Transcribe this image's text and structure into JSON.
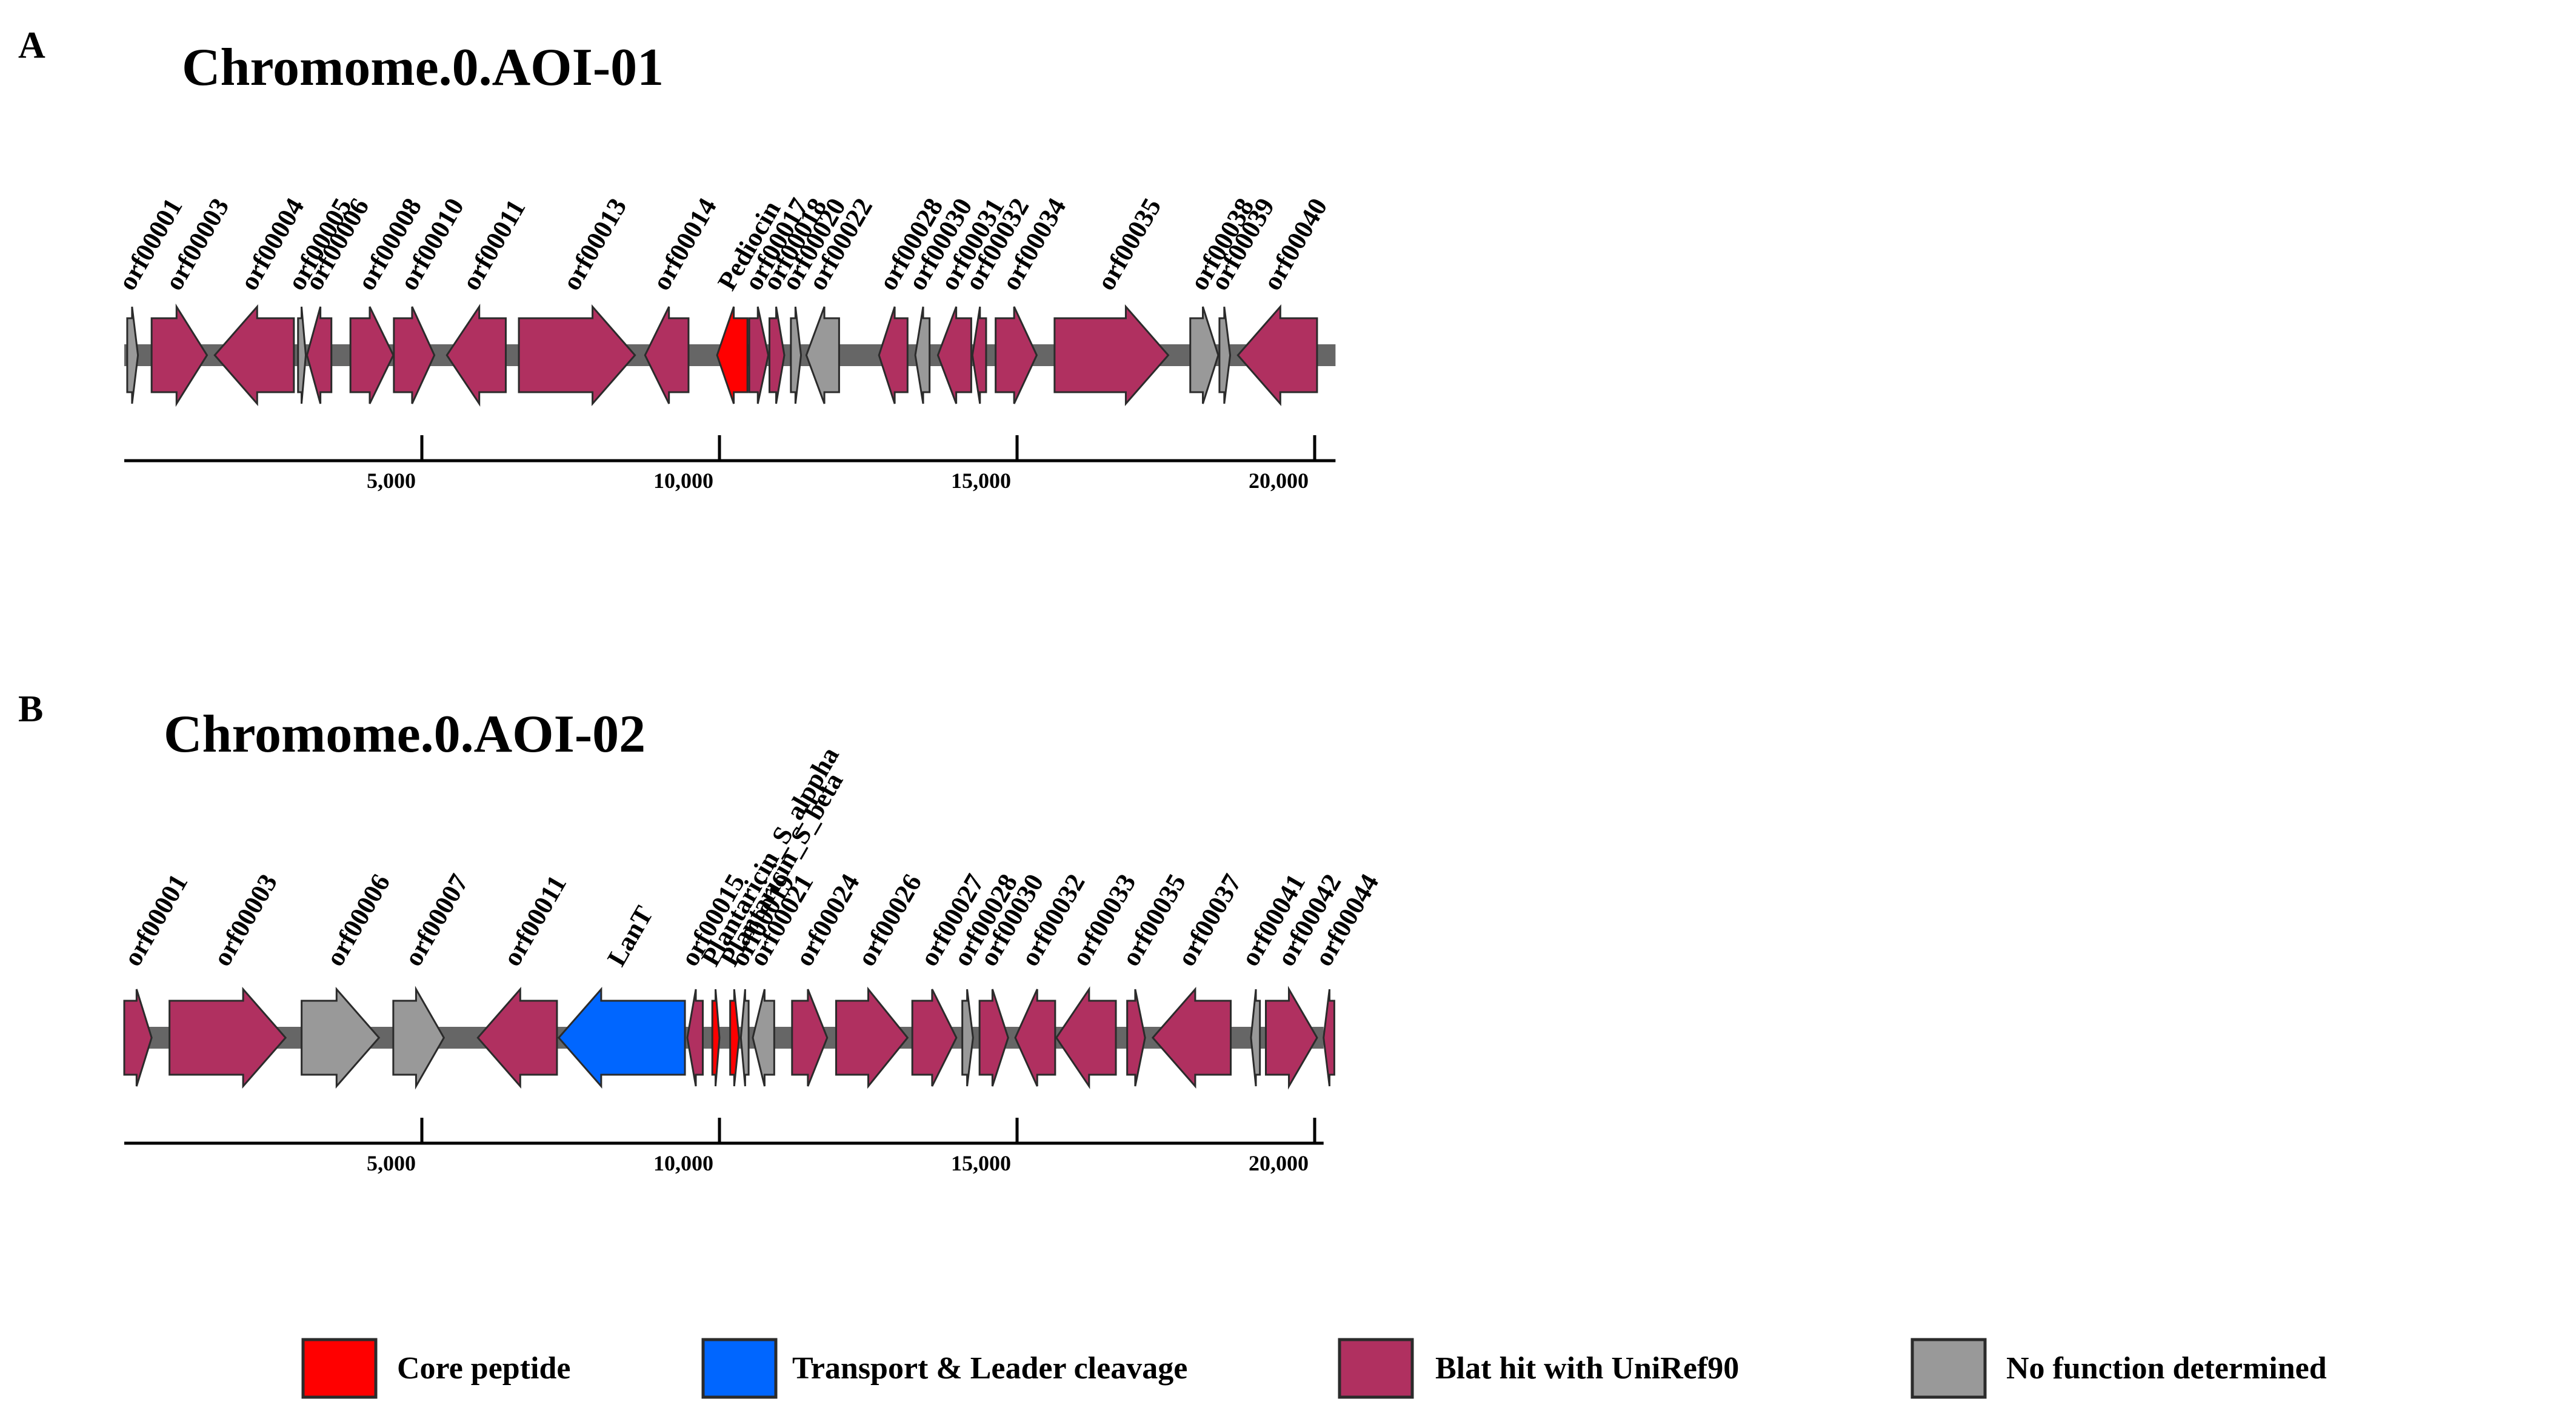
{
  "colors": {
    "core": "#ff0000",
    "transport": "#0066ff",
    "blat": "#b03060",
    "nofunc": "#999999",
    "backbone": "#666666",
    "stroke": "#2b2b2b"
  },
  "legend": [
    {
      "key": "core",
      "label": "Core peptide"
    },
    {
      "key": "transport",
      "label": "Transport & Leader cleavage"
    },
    {
      "key": "blat",
      "label": "Blat hit with UniRef90"
    },
    {
      "key": "nofunc",
      "label": "No function determined"
    }
  ],
  "panels": [
    {
      "letter": "A",
      "title": "Chromome.0.AOI-01",
      "length": 20350,
      "ticks": [
        5000,
        10000,
        15000,
        20000
      ],
      "tick_labels": [
        "5,000",
        "10,000",
        "15,000",
        "20,000"
      ],
      "genes": [
        {
          "name": "orf00001",
          "start": 50,
          "end": 230,
          "strand": "+",
          "type": "nofunc"
        },
        {
          "name": "orf00003",
          "start": 460,
          "end": 1390,
          "strand": "+",
          "type": "blat"
        },
        {
          "name": "orf00004",
          "start": 1520,
          "end": 2850,
          "strand": "-",
          "type": "blat"
        },
        {
          "name": "orf00005",
          "start": 2920,
          "end": 3050,
          "strand": "+",
          "type": "nofunc"
        },
        {
          "name": "orf00006",
          "start": 3070,
          "end": 3480,
          "strand": "-",
          "type": "blat"
        },
        {
          "name": "orf00008",
          "start": 3800,
          "end": 4520,
          "strand": "+",
          "type": "blat"
        },
        {
          "name": "orf00010",
          "start": 4530,
          "end": 5210,
          "strand": "+",
          "type": "blat"
        },
        {
          "name": "orf00011",
          "start": 5420,
          "end": 6410,
          "strand": "-",
          "type": "blat"
        },
        {
          "name": "orf00013",
          "start": 6630,
          "end": 8580,
          "strand": "+",
          "type": "blat"
        },
        {
          "name": "orf00014",
          "start": 8750,
          "end": 9480,
          "strand": "-",
          "type": "blat"
        },
        {
          "name": "Pediocin",
          "start": 9960,
          "end": 10470,
          "strand": "-",
          "type": "core"
        },
        {
          "name": "orf00017",
          "start": 10500,
          "end": 10820,
          "strand": "+",
          "type": "blat"
        },
        {
          "name": "orf00018",
          "start": 10840,
          "end": 11090,
          "strand": "+",
          "type": "blat"
        },
        {
          "name": "orf00020",
          "start": 11200,
          "end": 11370,
          "strand": "+",
          "type": "nofunc"
        },
        {
          "name": "orf00022",
          "start": 11460,
          "end": 12010,
          "strand": "-",
          "type": "nofunc"
        },
        {
          "name": "orf00028",
          "start": 12680,
          "end": 13160,
          "strand": "-",
          "type": "blat"
        },
        {
          "name": "orf00030",
          "start": 13290,
          "end": 13530,
          "strand": "-",
          "type": "nofunc"
        },
        {
          "name": "orf00031",
          "start": 13670,
          "end": 14230,
          "strand": "-",
          "type": "blat"
        },
        {
          "name": "orf00032",
          "start": 14250,
          "end": 14480,
          "strand": "-",
          "type": "blat"
        },
        {
          "name": "orf00034",
          "start": 14640,
          "end": 15330,
          "strand": "+",
          "type": "blat"
        },
        {
          "name": "orf00035",
          "start": 15630,
          "end": 17540,
          "strand": "+",
          "type": "blat"
        },
        {
          "name": "orf00038",
          "start": 17910,
          "end": 18380,
          "strand": "+",
          "type": "nofunc"
        },
        {
          "name": "orf00039",
          "start": 18400,
          "end": 18580,
          "strand": "+",
          "type": "nofunc"
        },
        {
          "name": "orf00040",
          "start": 18710,
          "end": 20040,
          "strand": "-",
          "type": "blat"
        }
      ]
    },
    {
      "letter": "B",
      "title": "Chromome.0.AOI-02",
      "length": 20150,
      "ticks": [
        5000,
        10000,
        15000,
        20000
      ],
      "tick_labels": [
        "5,000",
        "10,000",
        "15,000",
        "20,000"
      ],
      "genes": [
        {
          "name": "orf00001",
          "start": 0,
          "end": 460,
          "strand": "+",
          "type": "blat"
        },
        {
          "name": "orf00003",
          "start": 760,
          "end": 2710,
          "strand": "+",
          "type": "blat"
        },
        {
          "name": "orf00006",
          "start": 2980,
          "end": 4280,
          "strand": "+",
          "type": "nofunc"
        },
        {
          "name": "orf00007",
          "start": 4520,
          "end": 5370,
          "strand": "+",
          "type": "nofunc"
        },
        {
          "name": "orf00011",
          "start": 5940,
          "end": 7270,
          "strand": "-",
          "type": "blat"
        },
        {
          "name": "LanT",
          "start": 7300,
          "end": 9420,
          "strand": "-",
          "type": "transport"
        },
        {
          "name": "orf00015",
          "start": 9460,
          "end": 9720,
          "strand": "-",
          "type": "blat"
        },
        {
          "name": "Plantaricin_S_alppha",
          "start": 9880,
          "end": 10000,
          "strand": "+",
          "type": "core"
        },
        {
          "name": "Plantaricin_S_beta",
          "start": 10180,
          "end": 10330,
          "strand": "+",
          "type": "core"
        },
        {
          "name": "orf00019",
          "start": 10360,
          "end": 10490,
          "strand": "-",
          "type": "nofunc"
        },
        {
          "name": "orf00021",
          "start": 10560,
          "end": 10920,
          "strand": "-",
          "type": "nofunc"
        },
        {
          "name": "orf00024",
          "start": 11220,
          "end": 11810,
          "strand": "+",
          "type": "blat"
        },
        {
          "name": "orf00026",
          "start": 11960,
          "end": 13160,
          "strand": "+",
          "type": "blat"
        },
        {
          "name": "orf00027",
          "start": 13240,
          "end": 13980,
          "strand": "+",
          "type": "blat"
        },
        {
          "name": "orf00028",
          "start": 14080,
          "end": 14260,
          "strand": "+",
          "type": "nofunc"
        },
        {
          "name": "orf00030",
          "start": 14370,
          "end": 14850,
          "strand": "+",
          "type": "blat"
        },
        {
          "name": "orf00032",
          "start": 14970,
          "end": 15640,
          "strand": "-",
          "type": "blat"
        },
        {
          "name": "orf00033",
          "start": 15660,
          "end": 16660,
          "strand": "-",
          "type": "blat"
        },
        {
          "name": "orf00035",
          "start": 16850,
          "end": 17150,
          "strand": "+",
          "type": "blat"
        },
        {
          "name": "orf00037",
          "start": 17280,
          "end": 18590,
          "strand": "-",
          "type": "blat"
        },
        {
          "name": "orf00041",
          "start": 18930,
          "end": 19080,
          "strand": "-",
          "type": "nofunc"
        },
        {
          "name": "orf00042",
          "start": 19180,
          "end": 20040,
          "strand": "+",
          "type": "blat"
        },
        {
          "name": "orf00044",
          "start": 20150,
          "end": 20330,
          "strand": "-",
          "type": "blat"
        }
      ]
    }
  ]
}
